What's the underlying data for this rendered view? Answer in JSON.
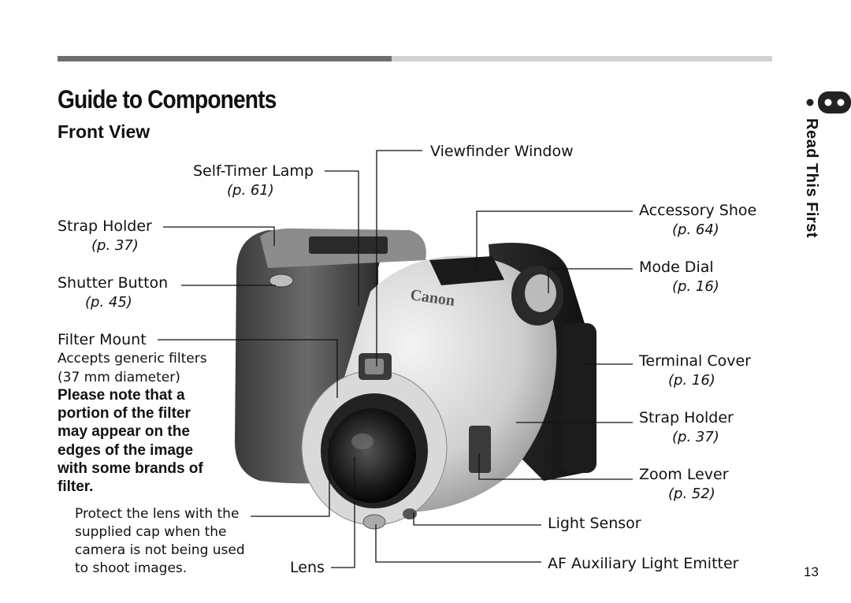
{
  "page": {
    "title": "Guide to Components",
    "subtitle": "Front View",
    "side_tab": "Read This First",
    "page_number": "13",
    "brand_on_camera": "Canon"
  },
  "callouts": {
    "self_timer": {
      "label": "Self-Timer Lamp",
      "page": "(p. 61)"
    },
    "strap_left": {
      "label": "Strap Holder",
      "page": "(p. 37)"
    },
    "shutter": {
      "label": "Shutter Button",
      "page": "(p. 45)"
    },
    "filter": {
      "label": "Filter Mount",
      "desc1": "Accepts generic filters",
      "desc2": "(37 mm diameter)",
      "warn": [
        "Please note that a",
        "portion of the filter",
        "may appear on the",
        "edges of the image",
        "with some brands of",
        "filter."
      ]
    },
    "protect": [
      "Protect the lens with the",
      "supplied cap when the",
      "camera is not being used",
      "to shoot images."
    ],
    "lens": {
      "label": "Lens"
    },
    "viewfinder": {
      "label": "Viewfinder Window"
    },
    "accessory": {
      "label": "Accessory Shoe",
      "page": "(p. 64)"
    },
    "mode": {
      "label": "Mode Dial",
      "page": "(p. 16)"
    },
    "terminal": {
      "label": "Terminal Cover",
      "page": "(p. 16)"
    },
    "strap_right": {
      "label": "Strap Holder",
      "page": "(p. 37)"
    },
    "zoom": {
      "label": "Zoom Lever",
      "page": "(p. 52)"
    },
    "light_sensor": {
      "label": "Light Sensor"
    },
    "af_emitter": {
      "label": "AF Auxiliary Light Emitter"
    }
  }
}
